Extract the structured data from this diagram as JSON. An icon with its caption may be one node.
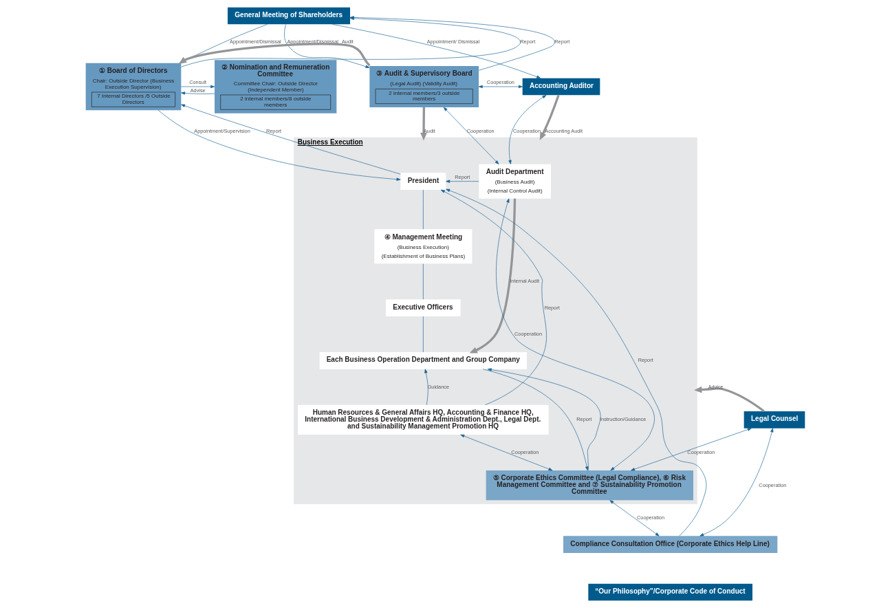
{
  "diagram": {
    "nodes": [
      {
        "text": [
          "General Meeting of Shareholders"
        ]
      },
      {
        "text": [
          "① Board of Directors",
          "Chair: Outside Director (Business Execution Supervision)",
          "7 Internal Directors /5 Outside Directors"
        ]
      },
      {
        "text": [
          "② Nomination and Remuneration Committee",
          "Committee Chair: Outside Director (Independent Member)",
          "2 internal members/8 outside members"
        ]
      },
      {
        "text": [
          "③ Audit & Supervisory Board",
          "(Legal Audit) (Validity Audit)",
          "2 internal members/3 outside members"
        ]
      },
      {
        "text": [
          "Accounting Auditor"
        ]
      },
      {
        "text": [
          "Business Execution"
        ]
      },
      {
        "text": [
          "President"
        ],
        "in": 5
      },
      {
        "text": [
          "④ Management Meeting",
          "(Business Execution)",
          "(Establishment of Business Plans)"
        ],
        "in": 5
      },
      {
        "text": [
          "Executive Officers"
        ],
        "in": 5
      },
      {
        "text": [
          "Audit Department",
          "(Business Audit)",
          "(Internal Control Audit)"
        ],
        "in": 5
      },
      {
        "text": [
          "Each Business Operation Department and Group Company"
        ],
        "in": 5
      },
      {
        "text": [
          "Human Resources & General Affairs HQ, Accounting & Finance HQ, International Business Development & Administration Dept., Legal Dept. and Sustainability Management Promotion HQ"
        ],
        "in": 5
      },
      {
        "text": [
          "⑤ Corporate Ethics Committee (Legal Compliance), ⑥ Risk Management Committee and ⑦ Sustainability Promotion Committee"
        ],
        "in": 5
      },
      {
        "text": [
          "Legal Counsel"
        ]
      },
      {
        "text": [
          "Compliance Consultation Office (Corporate Ethics Help Line)"
        ]
      },
      {
        "text": [
          "“Our Philosophy”/Corporate Code of Conduct"
        ]
      }
    ],
    "edges": [
      {
        "from": 1,
        "to": 0,
        "arrow": "to",
        "label": "Report"
      },
      {
        "from": 0,
        "to": 1,
        "arrow": "to",
        "label": "Appointment/Dismissal"
      },
      {
        "from": 3,
        "to": 1,
        "arrow": "to",
        "label": "Audit",
        "style": "thick",
        "color": "#939598"
      },
      {
        "from": 1,
        "to": 2,
        "arrow": "to",
        "label": "Consult"
      },
      {
        "from": 2,
        "to": 1,
        "arrow": "to",
        "label": "Advise"
      },
      {
        "from": 3,
        "to": 0,
        "arrow": "to",
        "label": "Report"
      },
      {
        "from": 0,
        "to": 3,
        "arrow": "to",
        "label": "Appointment/Dismissal"
      },
      {
        "from": 0,
        "to": 4,
        "arrow": "to",
        "label": "Appointment/ Dismissal"
      },
      {
        "from": 3,
        "to": 4,
        "arrow": "both",
        "label": "Cooperation"
      },
      {
        "from": 3,
        "to": 5,
        "arrow": "to",
        "label": "Audit",
        "style": "thick",
        "color": "#939598"
      },
      {
        "from": 6,
        "to": 1,
        "arrow": "to",
        "label": "Report"
      },
      {
        "from": 1,
        "to": 6,
        "arrow": "to",
        "label": "Appointment/Supervision"
      },
      {
        "from": 3,
        "to": 9,
        "arrow": "both",
        "label": "Cooperation"
      },
      {
        "from": 9,
        "to": 6,
        "arrow": "to",
        "label": "Report"
      },
      {
        "from": 11,
        "to": 6,
        "arrow": "to",
        "label": "Report"
      },
      {
        "from": 4,
        "to": 9,
        "arrow": "both",
        "label": "Cooperation"
      },
      {
        "from": 12,
        "to": 9,
        "arrow": "both",
        "label": "Cooperation"
      },
      {
        "from": 4,
        "to": 5,
        "arrow": "to",
        "label": "Accounting Audit",
        "style": "thick",
        "color": "#939598"
      },
      {
        "from": 6,
        "to": 7,
        "arrow": "none"
      },
      {
        "from": 7,
        "to": 8,
        "arrow": "none"
      },
      {
        "from": 8,
        "to": 10,
        "arrow": "none"
      },
      {
        "from": 9,
        "to": 10,
        "arrow": "to",
        "label": "Internal Audit",
        "style": "thick",
        "color": "#939598"
      },
      {
        "from": 11,
        "to": 10,
        "arrow": "to",
        "label": "Guidance"
      },
      {
        "from": 10,
        "to": 12,
        "arrow": "to",
        "label": "Report"
      },
      {
        "from": 12,
        "to": 10,
        "arrow": "to",
        "label": "Instruction/Guidance"
      },
      {
        "from": 11,
        "to": 12,
        "arrow": "both",
        "label": "Cooperation"
      },
      {
        "from": 13,
        "to": 5,
        "arrow": "to",
        "label": "Advice",
        "style": "thick",
        "color": "#939598"
      },
      {
        "from": 13,
        "to": 12,
        "arrow": "both",
        "label": "Cooperation"
      },
      {
        "from": 12,
        "to": 14,
        "arrow": "both",
        "label": "Cooperation"
      },
      {
        "from": 13,
        "to": 14,
        "arrow": "both",
        "label": "Cooperation"
      },
      {
        "from": 14,
        "to": 6,
        "arrow": "to",
        "label": "Report"
      }
    ]
  }
}
